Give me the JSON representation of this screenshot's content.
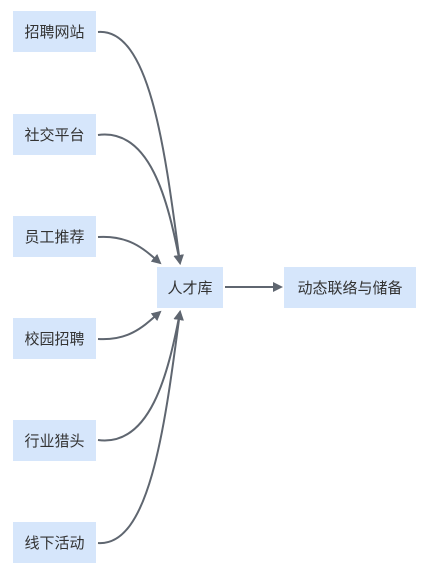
{
  "diagram": {
    "sources": [
      {
        "label": "招聘网站"
      },
      {
        "label": "社交平台"
      },
      {
        "label": "员工推荐"
      },
      {
        "label": "校园招聘"
      },
      {
        "label": "行业猎头"
      },
      {
        "label": "线下活动"
      }
    ],
    "hub": {
      "label": "人才库"
    },
    "target": {
      "label": "动态联络与储备"
    },
    "edge_color": "#5f6670",
    "node_fill": "#d6e6fb"
  }
}
